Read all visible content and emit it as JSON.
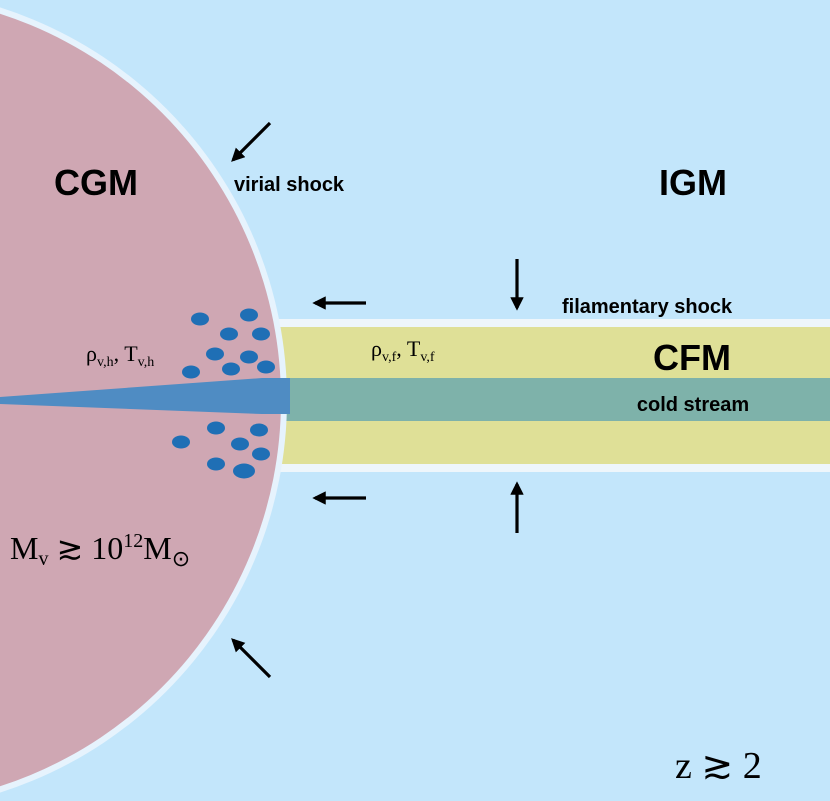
{
  "labels": {
    "cgm": "CGM",
    "igm": "IGM",
    "cfm": "CFM",
    "virial_shock": "virial shock",
    "filamentary_shock": "filamentary shock",
    "cold_stream": "cold stream"
  },
  "math": {
    "halo_rho_sym": "ρ",
    "halo_rho_sub": "v,h",
    "halo_T_sym": "T",
    "halo_T_sub": "v,h",
    "fil_rho_sym": "ρ",
    "fil_rho_sub": "v,f",
    "fil_T_sym": "T",
    "fil_T_sub": "v,f",
    "sep": ", ",
    "mass_M": "M",
    "mass_sub": "v",
    "mass_rel": " ≳ 10",
    "mass_exp": "12",
    "mass_M2": "M",
    "mass_sun": "⊙",
    "redshift_z": "z",
    "redshift_rest": " ≳ 2"
  },
  "colors": {
    "background": "#c3e6fb",
    "halo": "#cfa7b3",
    "halo_rim": "#e6f3fd",
    "filament": "#dfe097",
    "filament_rim": "#eef6fb",
    "cold_stream": "#7eb2aa",
    "clumps": "#1f6fb5",
    "inner_wedge": "#4f8cc3"
  }
}
